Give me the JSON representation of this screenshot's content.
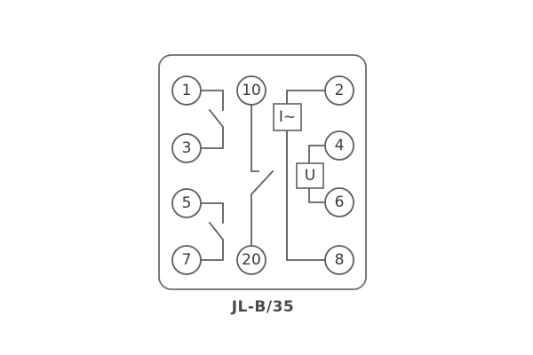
{
  "diagram": {
    "model": "JL-B/35",
    "colors": {
      "line": "#5f5f5f",
      "text": "#3a3a3a",
      "background": "#ffffff"
    },
    "terminals": [
      {
        "id": "t1",
        "label": "1"
      },
      {
        "id": "t3",
        "label": "3"
      },
      {
        "id": "t5",
        "label": "5"
      },
      {
        "id": "t7",
        "label": "7"
      },
      {
        "id": "t10",
        "label": "10"
      },
      {
        "id": "t20",
        "label": "20"
      },
      {
        "id": "t2",
        "label": "2"
      },
      {
        "id": "t4",
        "label": "4"
      },
      {
        "id": "t6",
        "label": "6"
      },
      {
        "id": "t8",
        "label": "8"
      }
    ],
    "components": {
      "current_coil": {
        "label": "I~"
      },
      "voltage_coil": {
        "label": "U"
      }
    }
  }
}
